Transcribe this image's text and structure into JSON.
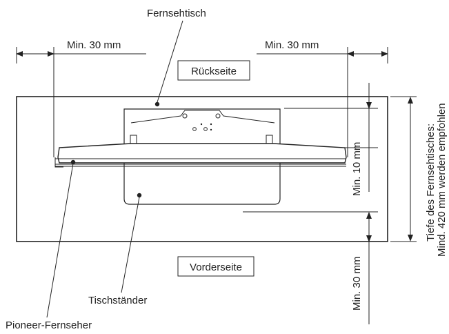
{
  "labels": {
    "stand_name": "Fernsehtisch",
    "min_left": "Min. 30 mm",
    "min_right": "Min. 30 mm",
    "back": "Rückseite",
    "front": "Vorderseite",
    "min_10": "Min. 10 mm",
    "min_30_front": "Min. 30 mm",
    "depth_line1": "Tiefe des Fernsehtisches:",
    "depth_line2": "Mind. 420 mm werden empfohlen",
    "table_stand": "Tischständer",
    "pioneer_tv": "Pioneer-Fernseher"
  }
}
